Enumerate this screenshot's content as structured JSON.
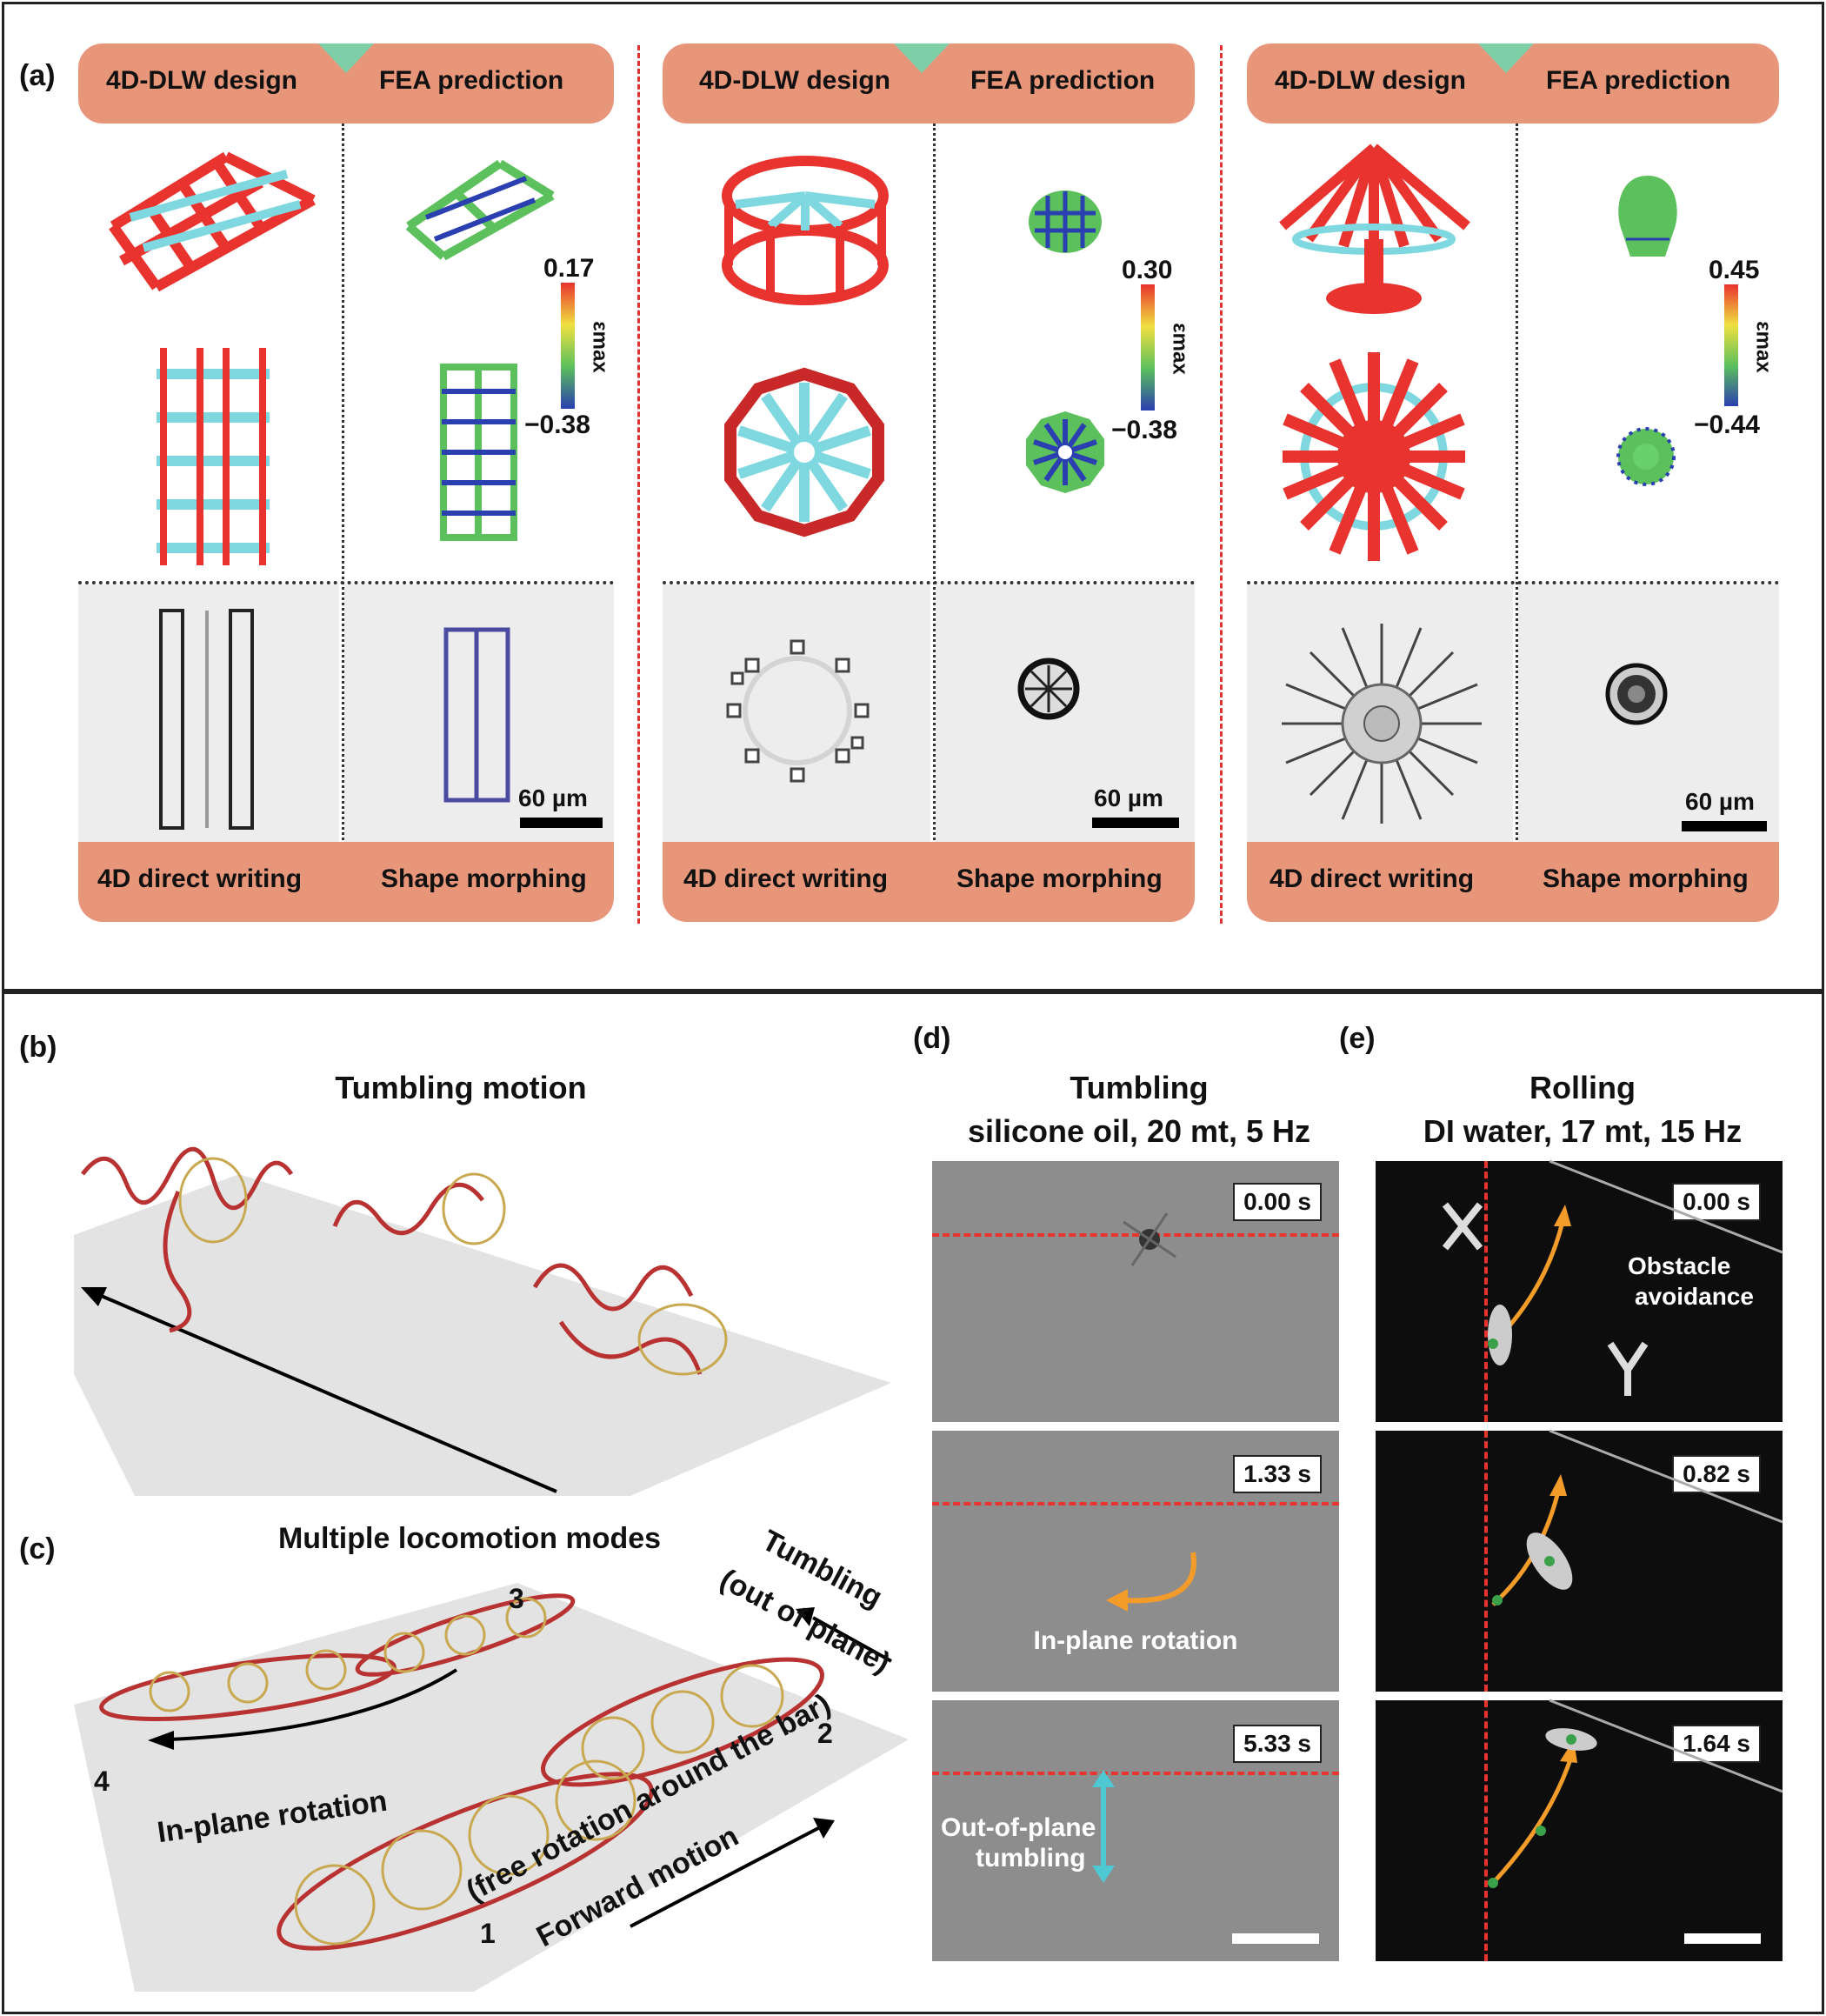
{
  "panel_a": {
    "label": "(a)",
    "columns": [
      {
        "design": "4D-DLW design",
        "fea": "FEA prediction",
        "cb_max": "0.17",
        "cb_min": "−0.38",
        "writing": "4D direct writing",
        "morph": "Shape morphing",
        "scale": "60 µm"
      },
      {
        "design": "4D-DLW design",
        "fea": "FEA prediction",
        "cb_max": "0.30",
        "cb_min": "−0.38",
        "writing": "4D direct writing",
        "morph": "Shape morphing",
        "scale": "60 µm"
      },
      {
        "design": "4D-DLW design",
        "fea": "FEA prediction",
        "cb_max": "0.45",
        "cb_min": "−0.44",
        "writing": "4D direct writing",
        "morph": "Shape morphing",
        "scale": "60 µm"
      }
    ],
    "cb_symbol": "εmax"
  },
  "panel_b": {
    "label": "(b)",
    "title": "Tumbling motion"
  },
  "panel_c": {
    "label": "(c)",
    "title": "Multiple locomotion modes",
    "n1": "1",
    "n2": "2",
    "n3": "3",
    "n4": "4",
    "tumbling1": "Tumbling",
    "tumbling2": "(out of plane)",
    "inplane": "In-plane rotation",
    "forward1": "Forward motion",
    "forward2": "(free rotation around the bar)"
  },
  "panel_d": {
    "label": "(d)",
    "title1": "Tumbling",
    "title2": "silicone oil, 20 mt, 5 Hz",
    "times": [
      "0.00 s",
      "1.33 s",
      "5.33 s"
    ],
    "inplane": "In-plane rotation",
    "outplane1": "Out-of-plane",
    "outplane2": "tumbling"
  },
  "panel_e": {
    "label": "(e)",
    "title1": "Rolling",
    "title2": "DI water, 17 mt, 15 Hz",
    "times": [
      "0.00 s",
      "0.82 s",
      "1.64 s"
    ],
    "obstacle1": "Obstacle",
    "obstacle2": "avoidance"
  },
  "colors": {
    "banner": "#e8967a",
    "accent_triangle": "#7ecfa8",
    "red": "#e8332e",
    "cyan": "#7fd8e0",
    "green": "#5cc05c",
    "blue": "#2a3fb0",
    "orange": "#f39c2a"
  }
}
